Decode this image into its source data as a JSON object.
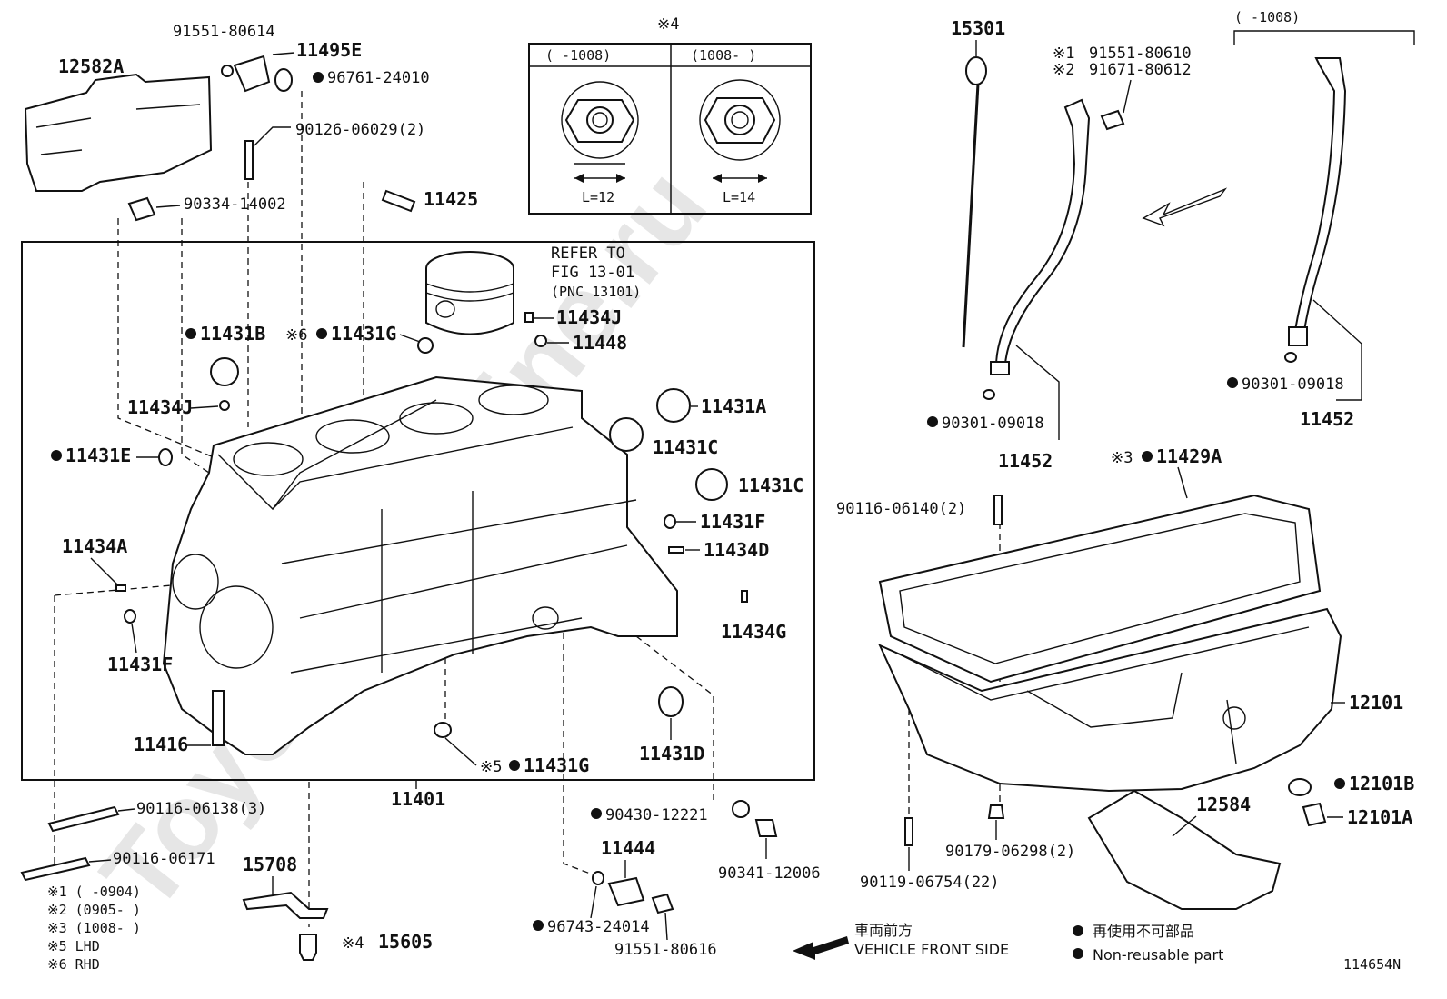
{
  "diagram_id": "114654N",
  "watermark": "ToyotaCarMine.ru",
  "labels": {
    "p12582A": "12582A",
    "p91551_80614": "91551-80614",
    "p11495E": "11495E",
    "p96761_24010": "96761-24010",
    "p90126_06029": "90126-06029(2)",
    "p90334_14002": "90334-14002",
    "p11425": "11425",
    "refer1": "REFER TO",
    "refer2": "FIG 13-01",
    "refer3": "(PNC 13101)",
    "p11434J_a": "11434J",
    "p11448": "11448",
    "p11431B": "11431B",
    "p11431G_a": "11431G",
    "p11434J_b": "11434J",
    "p11431A": "11431A",
    "p11431C_a": "11431C",
    "p11431E": "11431E",
    "p11431C_b": "11431C",
    "p11431F_a": "11431F",
    "p11434A": "11434A",
    "p11434D": "11434D",
    "p11434G": "11434G",
    "p11431F_b": "11431F",
    "p11416": "11416",
    "p11431G_b": "11431G",
    "p11431D": "11431D",
    "p11401": "11401",
    "p90116_06138": "90116-06138(3)",
    "p90116_06171": "90116-06171",
    "p15708": "15708",
    "p15605": "15605",
    "p90430_12221": "90430-12221",
    "p90341_12006": "90341-12006",
    "p11444": "11444",
    "p96743_24014": "96743-24014",
    "p91551_80616": "91551-80616",
    "p15301": "15301",
    "p91551_80610": "91551-80610",
    "p91671_80612": "91671-80612",
    "p90301_09018_a": "90301-09018",
    "p11452_a": "11452",
    "p90301_09018_b": "90301-09018",
    "p11452_b": "11452",
    "p11429A": "11429A",
    "p90116_06140": "90116-06140(2)",
    "p12101": "12101",
    "p12101B": "12101B",
    "p12101A": "12101A",
    "p12584": "12584",
    "p90179_06298": "90179-06298(2)",
    "p90119_06754": "90119-06754(22)"
  },
  "marks": {
    "m4": "※4",
    "m6": "※6",
    "m5": "※5",
    "m3": "※3",
    "m1": "※1",
    "m2": "※2"
  },
  "inset": {
    "left_range": "(     -1008)",
    "right_range": "(1008-      )",
    "left_len": "L=12",
    "right_len": "L=14"
  },
  "right_range": "(     -1008)",
  "legend_notes": [
    "※1 (     -0904)",
    "※2 (0905-      )",
    "※3 (1008-      )",
    "※5 LHD",
    "※6 RHD"
  ],
  "direction": {
    "jp": "車両前方",
    "en": "VEHICLE FRONT SIDE"
  },
  "nonreusable": {
    "jp": "再使用不可部品",
    "en": "Non-reusable part"
  }
}
